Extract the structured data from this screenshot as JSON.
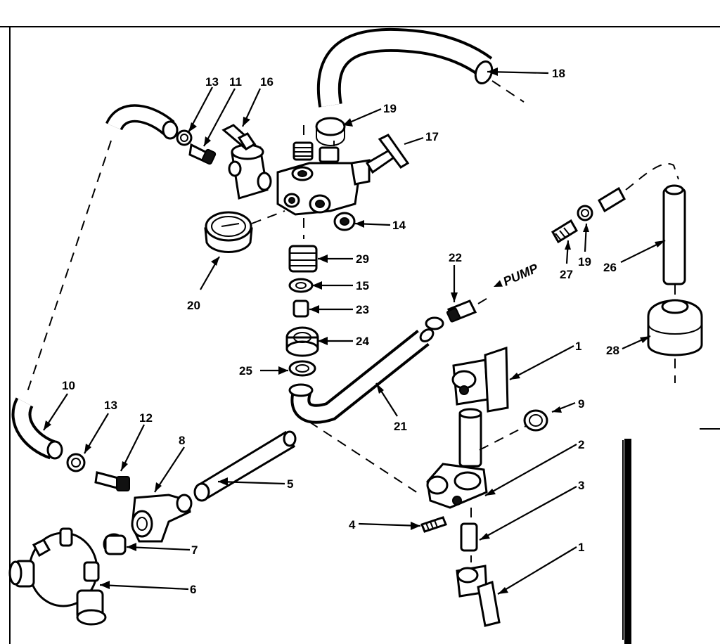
{
  "diagram": {
    "callouts": [
      {
        "id": "c18a",
        "text": "18"
      },
      {
        "id": "c19a",
        "text": "19"
      },
      {
        "id": "c17",
        "text": "17"
      },
      {
        "id": "c13a",
        "text": "13"
      },
      {
        "id": "c11",
        "text": "11"
      },
      {
        "id": "c16",
        "text": "16"
      },
      {
        "id": "c14",
        "text": "14"
      },
      {
        "id": "c29",
        "text": "29"
      },
      {
        "id": "c15",
        "text": "15"
      },
      {
        "id": "c23",
        "text": "23"
      },
      {
        "id": "c24",
        "text": "24"
      },
      {
        "id": "c25",
        "text": "25"
      },
      {
        "id": "c20",
        "text": "20"
      },
      {
        "id": "c22",
        "text": "22"
      },
      {
        "id": "c27",
        "text": "27"
      },
      {
        "id": "c19b",
        "text": "19"
      },
      {
        "id": "c26",
        "text": "26"
      },
      {
        "id": "c28",
        "text": "28"
      },
      {
        "id": "c1a",
        "text": "1"
      },
      {
        "id": "c9",
        "text": "9"
      },
      {
        "id": "c2",
        "text": "2"
      },
      {
        "id": "c3",
        "text": "3"
      },
      {
        "id": "c1b",
        "text": "1"
      },
      {
        "id": "c4",
        "text": "4"
      },
      {
        "id": "c21",
        "text": "21"
      },
      {
        "id": "c10",
        "text": "10"
      },
      {
        "id": "c13b",
        "text": "13"
      },
      {
        "id": "c12",
        "text": "12"
      },
      {
        "id": "c8",
        "text": "8"
      },
      {
        "id": "c5",
        "text": "5"
      },
      {
        "id": "c7",
        "text": "7"
      },
      {
        "id": "c6",
        "text": "6"
      }
    ],
    "pump_label": "PUMP"
  }
}
